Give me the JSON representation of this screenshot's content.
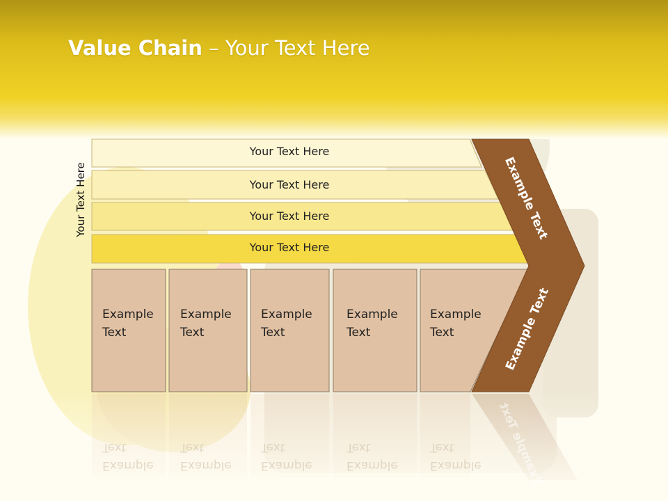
{
  "slide": {
    "title_bold": "Value Chain",
    "title_rest": " – Your Text Here",
    "side_label": "Your Text Here",
    "bands": [
      "Your Text Here",
      "Your Text Here",
      "Your Text Here",
      "Your Text Here"
    ],
    "boxes": [
      {
        "line1": "Example",
        "line2": "Text"
      },
      {
        "line1": "Example",
        "line2": "Text"
      },
      {
        "line1": "Example",
        "line2": "Text"
      },
      {
        "line1": "Example",
        "line2": "Text"
      },
      {
        "line1": "Example",
        "line2": "Text"
      }
    ],
    "chevron_upper": "Example Text",
    "chevron_lower": "Example Text"
  },
  "colors": {
    "header_yellow": "#e9c814",
    "band_1": "#fdf7d6",
    "band_2": "#fbf0b8",
    "band_3": "#f8e88f",
    "band_4": "#f5da45",
    "box_fill": "#e1c1a3",
    "chevron_brown": "#955c2d"
  }
}
